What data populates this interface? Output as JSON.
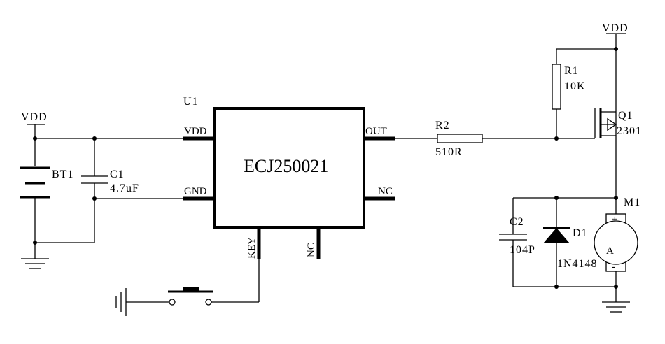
{
  "labels": {
    "vdd_left": "VDD",
    "vdd_right": "VDD",
    "u1_ref": "U1",
    "u1_part": "ECJ250021",
    "pin_vdd": "VDD",
    "pin_gnd": "GND",
    "pin_out": "OUT",
    "pin_nc_right": "NC",
    "pin_key": "KEY",
    "pin_nc_bottom": "NC",
    "bt1": "BT1",
    "c1_ref": "C1",
    "c1_val": "4.7uF",
    "r2_ref": "R2",
    "r2_val": "510R",
    "r1_ref": "R1",
    "r1_val": "10K",
    "q1_ref": "Q1",
    "q1_val": "2301",
    "m1_ref": "M1",
    "m1_plus": "+",
    "m1_minus": "-",
    "m1_letter": "A",
    "c2_ref": "C2",
    "c2_val": "104P",
    "d1_ref": "D1",
    "d1_val": "1N4148"
  }
}
